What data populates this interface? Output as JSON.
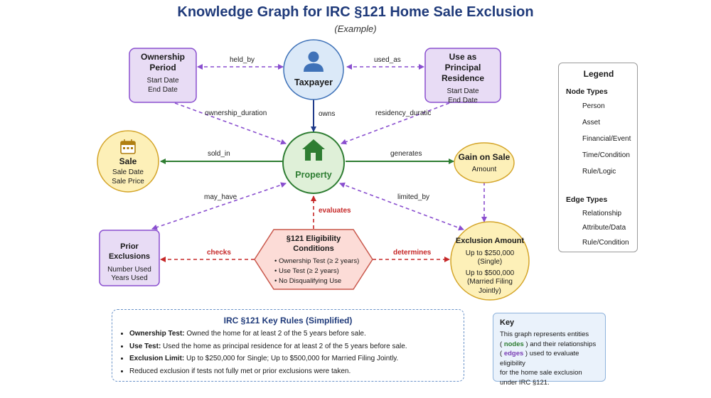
{
  "title": "Knowledge Graph for IRC §121 Home Sale Exclusion",
  "subtitle": "(Example)",
  "colors": {
    "person": "#dbe9f8",
    "asset": "#dff0d8",
    "financial": "#fdf0b8",
    "time": "#e8dcf5",
    "rule": "#fcdcd7",
    "relationship": "#1f3a8a",
    "attribute": "#8a4fcf",
    "rule_edge": "#c62828"
  },
  "nodes": {
    "taxpayer": {
      "title": "Taxpayer",
      "icon": "person-icon"
    },
    "property": {
      "title": "Property",
      "icon": "house-icon"
    },
    "ownership": {
      "title_line1": "Ownership",
      "title_line2": "Period",
      "sub1": "Start Date",
      "sub2": "End Date"
    },
    "residence": {
      "title_line1": "Use as",
      "title_line2": "Principal Residence",
      "sub1": "Start Date",
      "sub2": "End Date"
    },
    "sale": {
      "title": "Sale",
      "sub1": "Sale Date",
      "sub2": "Sale Price",
      "icon": "calendar-icon"
    },
    "gain": {
      "title": "Gain on Sale",
      "sub1": "Amount"
    },
    "prior": {
      "title": "Prior Exclusions",
      "sub1": "Number Used",
      "sub2": "Years Used"
    },
    "exclusion": {
      "title": "Exclusion Amount",
      "l1": "Up to $250,000",
      "l2": "(Single)",
      "l3": "Up to $500,000",
      "l4": "(Married Filing",
      "l5": "Jointly)"
    },
    "eligibility": {
      "title_line1": "§121 Eligibility",
      "title_line2": "Conditions",
      "items": [
        "Ownership Test (≥ 2 years)",
        "Use Test (≥ 2 years)",
        "No Disqualifying Use"
      ]
    }
  },
  "edges": {
    "held_by": "held_by",
    "used_as": "used_as",
    "owns": "owns",
    "ownership_duration": "ownership_duration",
    "residency_duration": "residency_duratic",
    "sold_in": "sold_in",
    "generates": "generates",
    "may_have": "may_have",
    "limited_by": "limited_by",
    "evaluates": "evaluates",
    "checks": "checks",
    "determines": "determines"
  },
  "legend": {
    "title": "Legend",
    "node_types_label": "Node Types",
    "node_types": [
      "Person",
      "Asset",
      "Financial/Event",
      "Time/Condition",
      "Rule/Logic"
    ],
    "edge_types_label": "Edge Types",
    "edge_types": [
      "Relationship",
      "Attribute/Data",
      "Rule/Condition"
    ]
  },
  "rules": {
    "title": "IRC §121 Key Rules (Simplified)",
    "items": [
      {
        "label": "Ownership Test:",
        "text": " Owned the home for at least 2 of the 5 years before sale."
      },
      {
        "label": "Use Test:",
        "text": " Used the home as principal residence for at least 2 of the 5 years before sale."
      },
      {
        "label": "Exclusion Limit:",
        "text": " Up to $250,000 for Single; Up to $500,000 for Married Filing Jointly."
      },
      {
        "label": "",
        "text": "Reduced exclusion if tests not fully met or prior exclusions were taken."
      }
    ]
  },
  "key": {
    "title": "Key",
    "line1": "This graph represents entities",
    "nodes_word": "nodes",
    "line2_suffix": " and their relationships",
    "edges_word": "edges",
    "line3_suffix": " used to evaluate eligibility",
    "line4": "for the home sale exclusion",
    "line5": "under IRC §121."
  }
}
